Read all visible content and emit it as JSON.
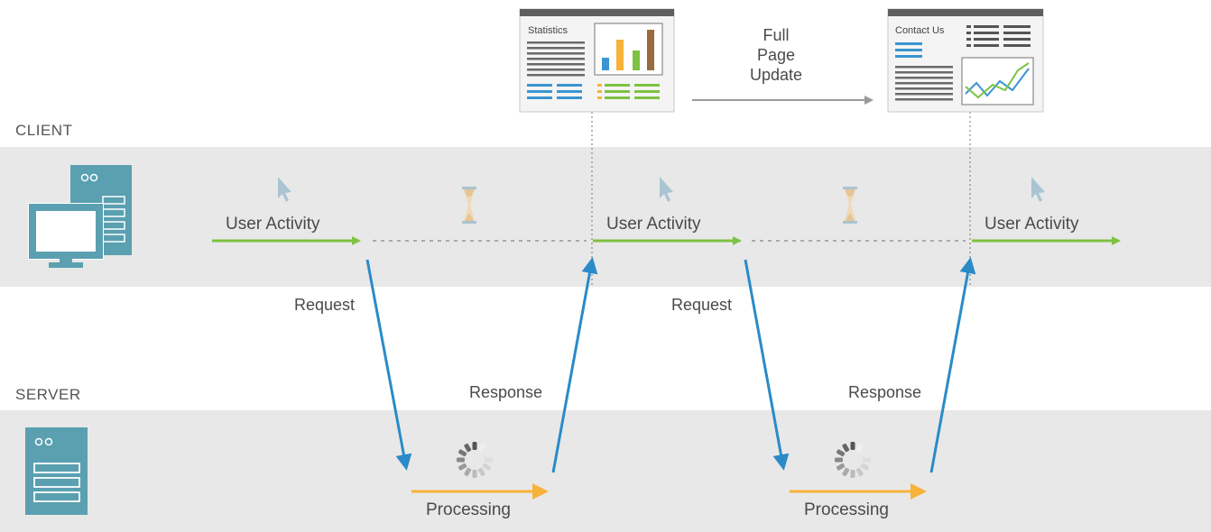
{
  "sections": {
    "client": "CLIENT",
    "server": "SERVER"
  },
  "client_flow": {
    "activity_labels": [
      "User Activity",
      "User Activity",
      "User Activity"
    ]
  },
  "messages": {
    "request_labels": [
      "Request",
      "Request"
    ],
    "response_labels": [
      "Response",
      "Response"
    ]
  },
  "server_flow": {
    "processing_labels": [
      "Processing",
      "Processing"
    ]
  },
  "pages": {
    "first_title": "Statistics",
    "second_title": "Contact Us"
  },
  "transition": {
    "label": "Full\nPage\nUpdate"
  },
  "colors": {
    "band": "#e8e8e8",
    "activity_arrow": "#7dc242",
    "message_arrow": "#2a8bc8",
    "processing_arrow": "#f7b23b",
    "icon_teal": "#5aa0b0",
    "dotted_line": "#aaaaaa"
  }
}
